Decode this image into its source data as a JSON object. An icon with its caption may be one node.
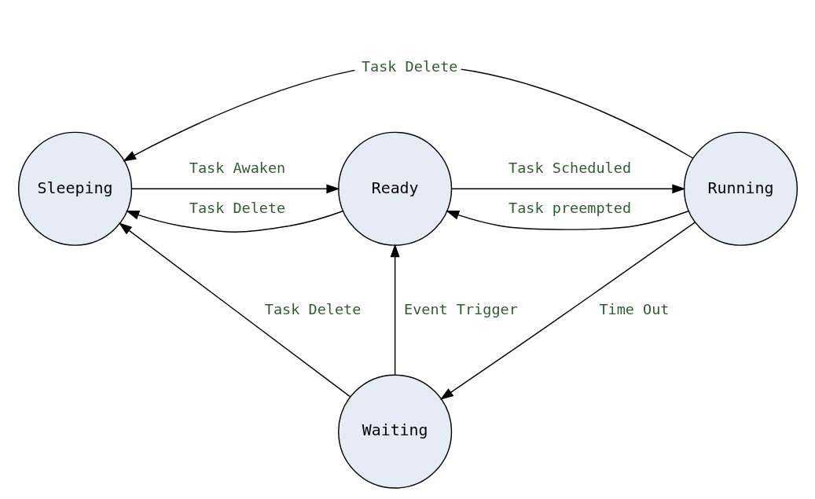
{
  "diagram": {
    "nodes": [
      {
        "text": [
          "Sleeping"
        ]
      },
      {
        "text": [
          "Ready"
        ]
      },
      {
        "text": [
          "Running"
        ]
      },
      {
        "text": [
          "Waiting"
        ]
      }
    ],
    "edges": [
      {
        "from": 2,
        "to": 0,
        "arrow": "to",
        "label": "Task Delete"
      },
      {
        "from": 0,
        "to": 1,
        "arrow": "to",
        "label": "Task Awaken"
      },
      {
        "from": 1,
        "to": 2,
        "arrow": "to",
        "label": "Task Scheduled"
      },
      {
        "from": 1,
        "to": 0,
        "arrow": "to",
        "label": "Task Delete"
      },
      {
        "from": 2,
        "to": 1,
        "arrow": "to",
        "label": "Task preempted"
      },
      {
        "from": 3,
        "to": 1,
        "arrow": "to",
        "label": "Event Trigger"
      },
      {
        "from": 2,
        "to": 3,
        "arrow": "to",
        "label": "Time Out"
      },
      {
        "from": 3,
        "to": 0,
        "arrow": "to",
        "label": "Task Delete"
      }
    ]
  }
}
